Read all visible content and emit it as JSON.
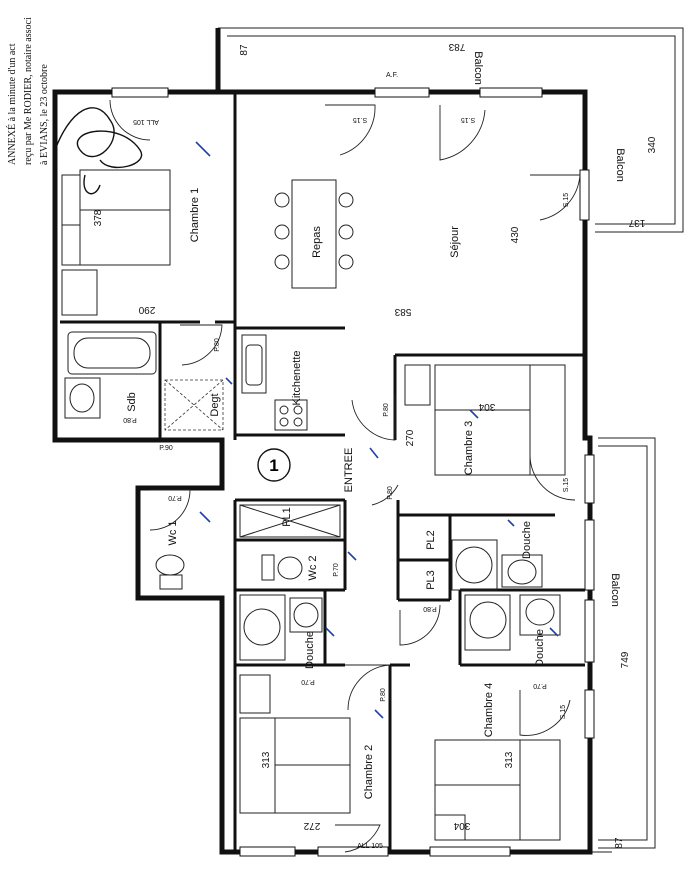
{
  "annotation": {
    "line1": "ANNEXÉ à la minute d'un act",
    "line2": "reçu par Me RODIER, notaire associ",
    "line3": "à EVIANS, le 23 octobre"
  },
  "entry_number": "1",
  "rooms": {
    "chambre1": "Chambre 1",
    "repas": "Repas",
    "sejour": "Séjour",
    "kitchenette": "Kitchenette",
    "sdb": "Sdb",
    "degt": "Degt",
    "entree": "ENTREE",
    "chambre3": "Chambre 3",
    "wc1": "Wc 1",
    "wc2": "Wc 2",
    "pl1": "PL1",
    "pl2": "PL2",
    "pl3": "PL3",
    "douche_a": "Douche",
    "douche_b": "Douche",
    "douche_c": "Douche",
    "chambre2": "Chambre 2",
    "chambre4": "Chambre 4",
    "balcon_top": "Balcon",
    "balcon_right": "Balcon",
    "balcon_lower": "Balcon"
  },
  "dimensions": {
    "d783": "783",
    "d87_top": "87",
    "d340": "340",
    "d137": "137",
    "d378": "378",
    "d290": "290",
    "d583": "583",
    "d430": "430",
    "d304_a": "304",
    "d270": "270",
    "d749": "749",
    "d313_a": "313",
    "d313_b": "313",
    "d272": "272",
    "d304_b": "304",
    "d87_bottom": "87"
  },
  "door_notes": {
    "af": "A.F.",
    "s15_a": "S.15",
    "s15_b": "S.15",
    "s15_c": "S.15",
    "s15_d": "S.15",
    "s15_e": "S.15",
    "all105_a": "ALL 105",
    "all105_b": "ALL 105",
    "p80_a": "P.80",
    "p80_b": "P.80",
    "p80_c": "P.80",
    "p80_d": "P.80",
    "p80_e": "P.80",
    "p80_f": "P.80",
    "p90": "P.90",
    "p70_a": "P.70",
    "p70_b": "P.70",
    "p70_c": "P.70",
    "p70_d": "P.70"
  }
}
